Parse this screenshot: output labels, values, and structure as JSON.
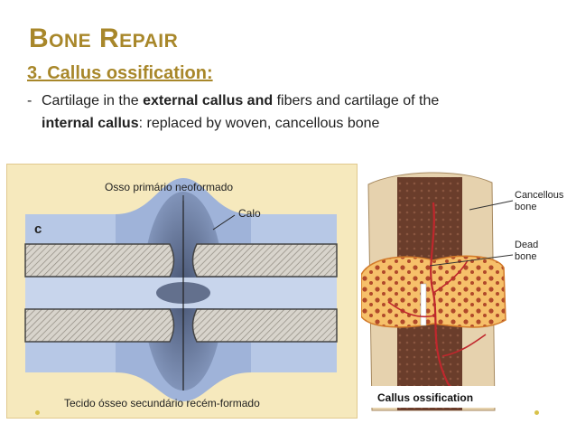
{
  "slide": {
    "title": "Bone Repair",
    "subtitle": "3. Callus ossification:",
    "bullet": {
      "dash": "-",
      "part1": "Cartilage in the ",
      "bold1": "external callus and",
      "part2": " fibers and cartilage of the",
      "bold2": "internal callus",
      "part3": ": replaced by woven, cancellous bone"
    }
  },
  "figure_left": {
    "letter": "c",
    "label_top": "Osso primário neoformado",
    "label_callus": "Calo",
    "label_bottom": "Tecido ósseo secundário recém-formado"
  },
  "figure_right": {
    "label_cancellous": "Cancellous bone",
    "label_cancellous_1": "Cancellous",
    "label_cancellous_2": "bone",
    "label_dead_1": "Dead",
    "label_dead_2": "bone",
    "caption": "Callus ossification"
  },
  "colors": {
    "title": "#a8872a",
    "bone_tan": "#d9c8a0",
    "callus_orange": "#ef9a3c",
    "marrow_brown": "#5e3a2a",
    "vessel_red": "#c0272d"
  }
}
